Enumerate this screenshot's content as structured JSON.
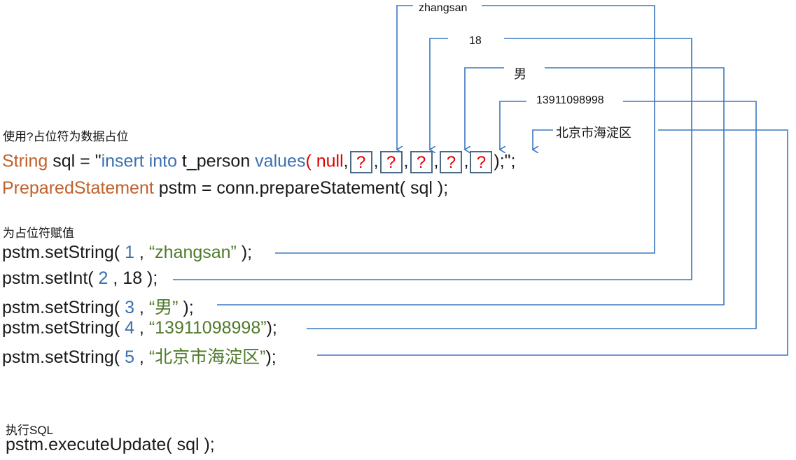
{
  "captions": {
    "placeholder_intro": "使用?占位符为数据占位",
    "assign_intro": "为占位符赋值",
    "execute_intro": "执行SQL"
  },
  "sql_line": {
    "kw_string": "String",
    "part_a": " sql = \"",
    "kw_insert_into": "insert into",
    "part_b": " t_person ",
    "kw_values": "values",
    "part_c": "( ",
    "kw_null": "null",
    "sep": ",",
    "placeholder": "?",
    "tail": ");\";"
  },
  "prepare_line": {
    "kw_prepared": "PreparedStatement",
    "rest": " pstm = conn.prepareStatement( sql );"
  },
  "setters": [
    {
      "method": "pstm.setString( ",
      "index": "1",
      "comma": " , ",
      "value": "“zhangsan”",
      "close": " );"
    },
    {
      "method": "pstm.setInt( ",
      "index": "2",
      "comma": " , ",
      "value": "18",
      "close": " );"
    },
    {
      "method": "pstm.setString( ",
      "index": "3",
      "comma": " , ",
      "value": "“男”",
      "close": " );"
    },
    {
      "method": "pstm.setString( ",
      "index": "4",
      "comma": " , ",
      "value": "“13911098998”",
      "close": ");"
    },
    {
      "method": "pstm.setString( ",
      "index": "5",
      "comma": " , ",
      "value": "“北京市海淀区”",
      "close": ");"
    }
  ],
  "execute_line": "pstm.executeUpdate( sql );",
  "labels": [
    "zhangsan",
    "18",
    "男",
    "13911098998",
    "北京市海淀区"
  ],
  "colors": {
    "keyword_orange": "#c0612b",
    "keyword_blue": "#3a6fb0",
    "keyword_red": "#e00000",
    "string_green": "#4f7a2a",
    "connector_blue": "#3a78c0",
    "box_border": "#4a6a8a"
  }
}
